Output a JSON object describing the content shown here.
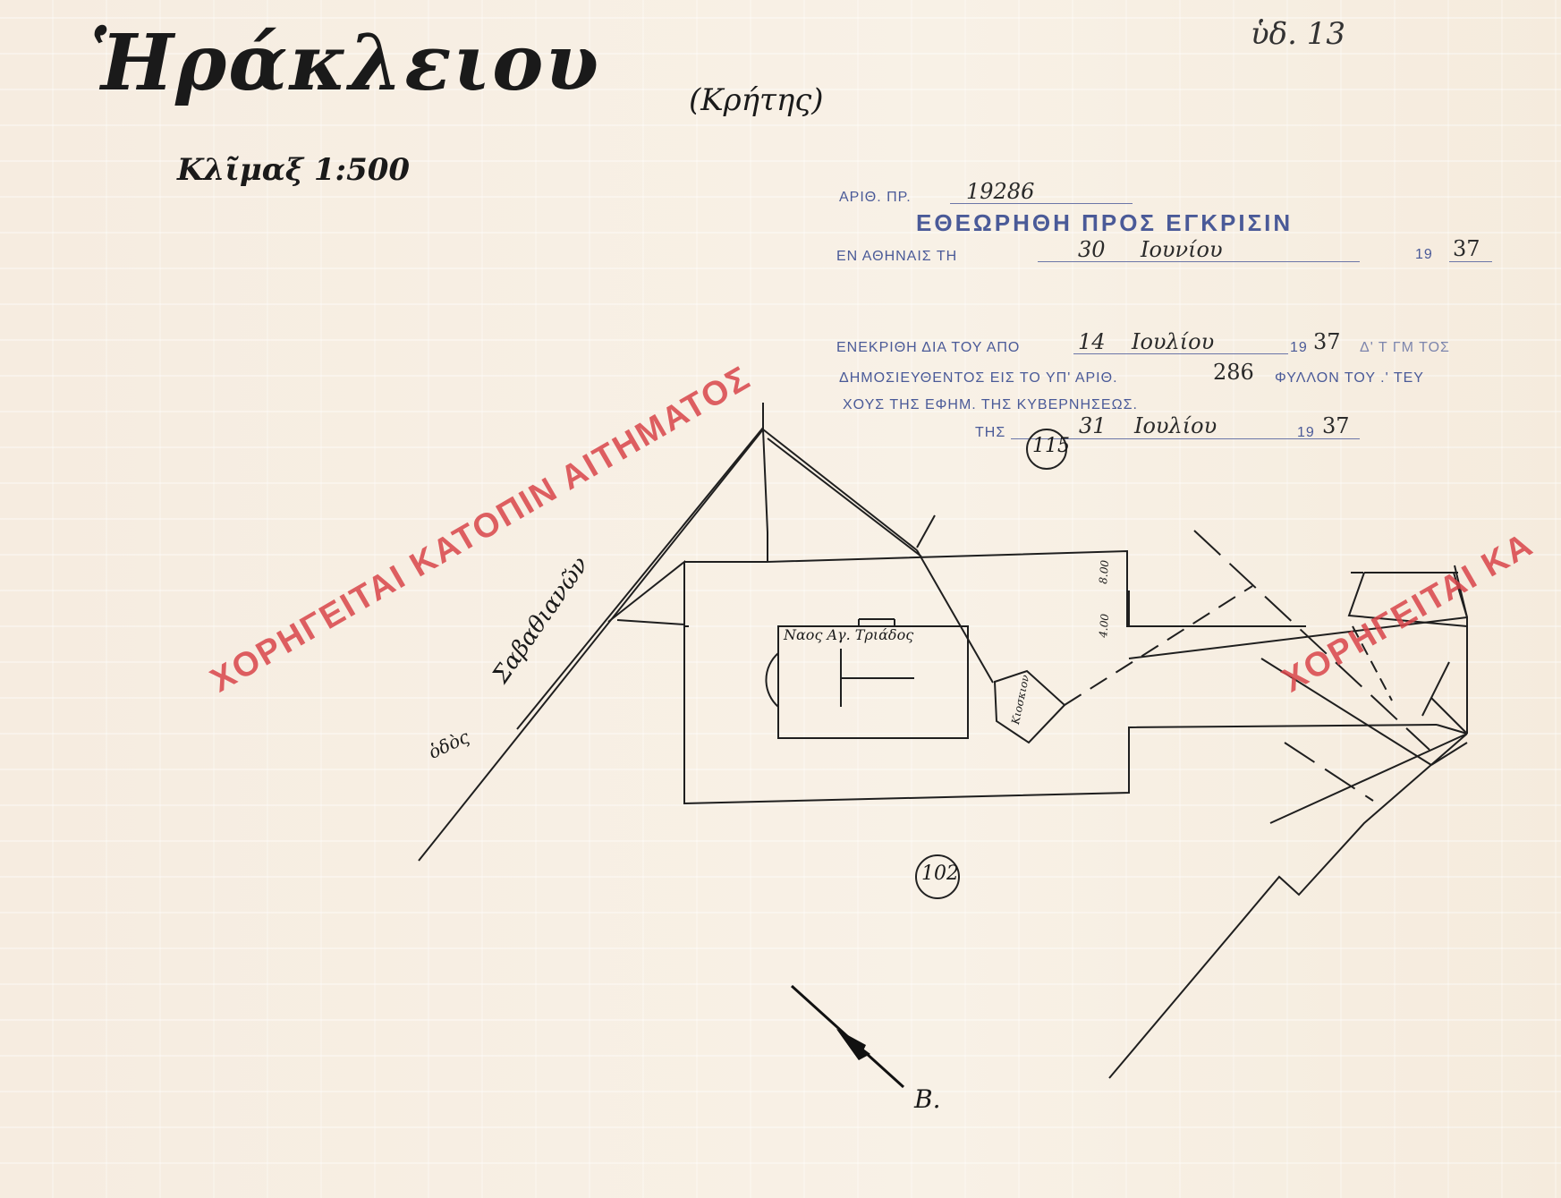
{
  "header": {
    "city_title": "Ἡράκλειου",
    "region": "(Κρήτης)",
    "scale": "Κλῖμαξ 1:500",
    "sheet_ref": "ὑδ. 13"
  },
  "review_stamp": {
    "protocol_label": "ΑΡΙΘ. ΠΡ.",
    "protocol_number": "19286",
    "title": "ΕΘΕΩΡΗΘΗ ΠΡΟΣ ΕΓΚΡΙΣΙΝ",
    "place_label": "ΕΝ ΑΘΗΝΑΙΣ ΤΗ",
    "date_day": "30",
    "date_month": "Ιουνίου",
    "year_prefix": "19",
    "year_suffix": "37"
  },
  "approval_stamp": {
    "line1_prefix": "ΕΝΕΚΡΙΘΗ ΔΙΑ ΤΟΥ ΑΠΟ",
    "line1_day": "14",
    "line1_month": "Ιουλίου",
    "line1_year_prefix": "19",
    "line1_year_suffix": "37",
    "line1_suffix": "Δ' Τ ΓΜ ΤΟΣ",
    "line2_prefix": "ΔΗΜΟΣΙΕΥΘΕΝΤΟΣ ΕΙΣ ΤΟ ΥΠ' ΑΡΙΘ.",
    "line2_number": "286",
    "line2_suffix": "ΦΥΛΛΟΝ ΤΟΥ .' ΤΕΥ",
    "line3": "ΧΟΥΣ ΤΗΣ ΕΦΗΜ. ΤΗΣ ΚΥΒΕΡΝΗΣΕΩΣ.",
    "line4_prefix": "ΤΗΣ",
    "line4_day": "31",
    "line4_month": "Ιουλίου",
    "line4_year_prefix": "19",
    "line4_year_suffix": "37"
  },
  "map_labels": {
    "block_115": "115",
    "block_102": "102",
    "church": "Ναος Αγ. Τριάδος",
    "street_name": "Σαβαθιανῶν",
    "street_prefix": "ὁδὸς",
    "small_building": "Κιοσκιον",
    "width_mark_1": "8.00",
    "width_mark_2": "4.00",
    "north_letter": "Β."
  },
  "watermark": {
    "text_main": "ΧΟΡΗΓΕΙΤΑΙ ΚΑΤΟΠΙΝ ΑΙΤΗΜΑΤΟΣ",
    "text_partial": "ΧΟΡΗΓΕΙΤΑΙ ΚΑ",
    "color": "#d9454a"
  },
  "colors": {
    "ink": "#1a1a1a",
    "stamp_ink": "#4a5a98",
    "paper": "#f7efe2"
  }
}
